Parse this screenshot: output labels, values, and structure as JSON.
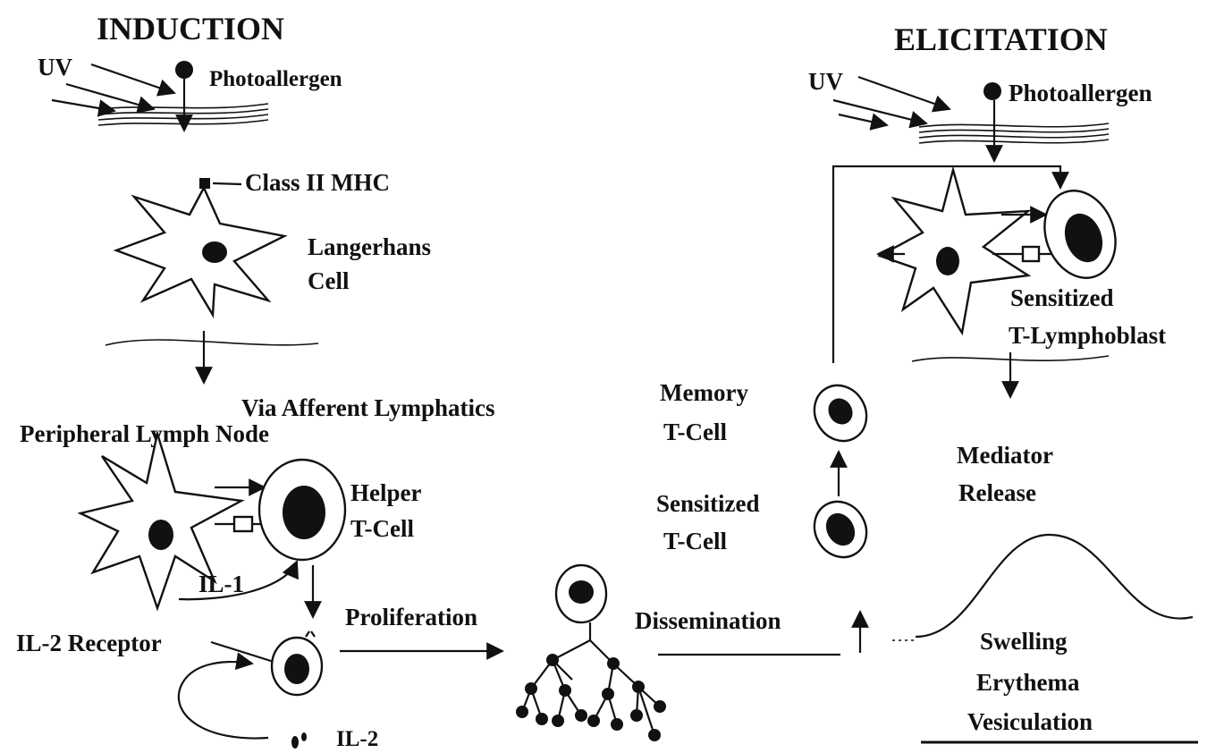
{
  "induction": {
    "heading": "INDUCTION",
    "uv": "UV",
    "photoallergen": "Photoallergen",
    "class_ii_mhc": "Class II MHC",
    "langerhans_line1": "Langerhans",
    "langerhans_line2": "Cell",
    "via_afferent": "Via Afferent Lymphatics",
    "peripheral_node": "Peripheral Lymph Node",
    "helper_line1": "Helper",
    "helper_line2": "T-Cell",
    "il1": "IL-1",
    "il2_receptor": "IL-2 Receptor",
    "il2": "IL-2",
    "proliferation": "Proliferation"
  },
  "dissemination": {
    "label": "Dissemination",
    "sensitized_line1": "Sensitized",
    "sensitized_line2": "T-Cell",
    "memory_line1": "Memory",
    "memory_line2": "T-Cell"
  },
  "elicitation": {
    "heading": "ELICITATION",
    "uv": "UV",
    "photoallergen": "Photoallergen",
    "lymphoblast_line1": "Sensitized",
    "lymphoblast_line2": "T-Lymphoblast",
    "mediator_line1": "Mediator",
    "mediator_line2": "Release",
    "outcome_1": "Swelling",
    "outcome_2": "Erythema",
    "outcome_3": "Vesiculation"
  }
}
